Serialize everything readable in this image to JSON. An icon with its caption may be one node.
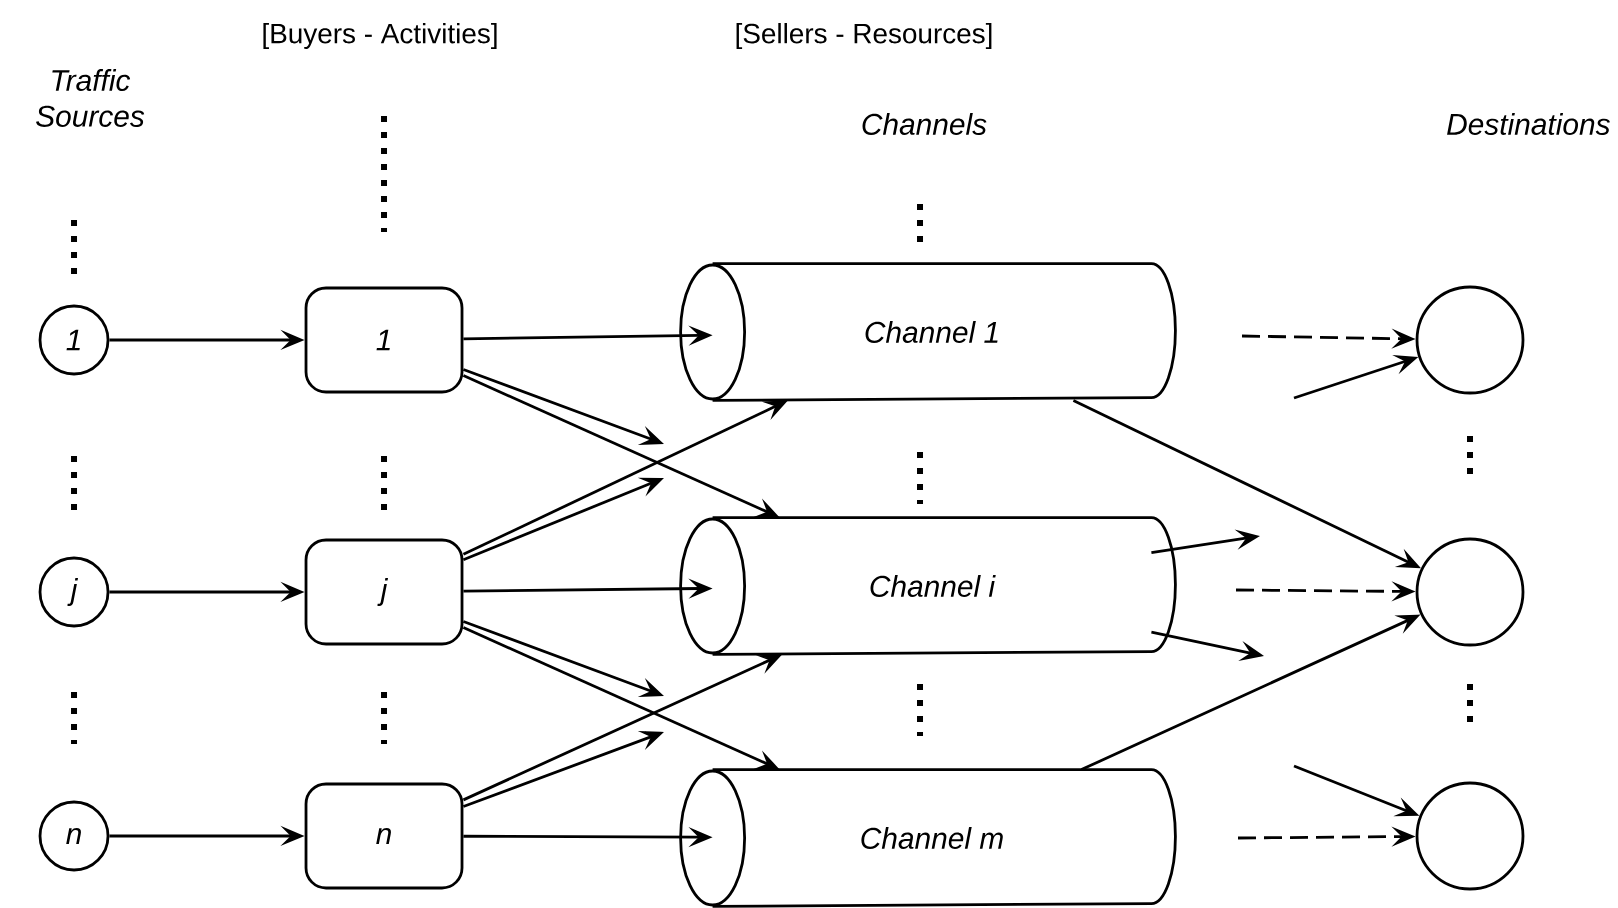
{
  "diagram": {
    "nodes": [
      {
        "text": [
          "1"
        ]
      },
      {
        "text": [
          "j"
        ]
      },
      {
        "text": [
          "n"
        ]
      },
      {
        "text": [
          "1"
        ]
      },
      {
        "text": [
          "j"
        ]
      },
      {
        "text": [
          "n"
        ]
      },
      {
        "text": [
          "Channel 1"
        ]
      },
      {
        "text": [
          "Channel i"
        ]
      },
      {
        "text": [
          "Channel m"
        ]
      },
      {
        "text": [],
        "shape": "circle"
      },
      {
        "text": [],
        "shape": "circle"
      },
      {
        "text": [],
        "shape": "circle"
      }
    ],
    "edges": [
      {
        "from": 0,
        "to": 3,
        "arrow": "to"
      },
      {
        "from": 1,
        "to": 4,
        "arrow": "to"
      },
      {
        "from": 2,
        "to": 5,
        "arrow": "to"
      },
      {
        "from": 3,
        "to": 6,
        "arrow": "to"
      },
      {
        "from": 3,
        "to": null,
        "arrow": "to"
      },
      {
        "from": 3,
        "to": 7,
        "arrow": "to"
      },
      {
        "from": 4,
        "to": 6,
        "arrow": "to"
      },
      {
        "from": 4,
        "to": null,
        "arrow": "to"
      },
      {
        "from": 4,
        "to": 7,
        "arrow": "to"
      },
      {
        "from": 4,
        "to": null,
        "arrow": "to"
      },
      {
        "from": 4,
        "to": 8,
        "arrow": "to"
      },
      {
        "from": 5,
        "to": 7,
        "arrow": "to"
      },
      {
        "from": 5,
        "to": null,
        "arrow": "to"
      },
      {
        "from": 5,
        "to": 8,
        "arrow": "to"
      },
      {
        "from": 6,
        "to": 10,
        "arrow": "to"
      },
      {
        "from": 8,
        "to": 10,
        "arrow": "to"
      },
      {
        "from": 7,
        "to": null,
        "arrow": "to"
      },
      {
        "from": 7,
        "to": null,
        "arrow": "to"
      },
      {
        "from": null,
        "to": 9,
        "arrow": "to",
        "style": "dashed"
      },
      {
        "from": null,
        "to": 9,
        "arrow": "to"
      },
      {
        "from": null,
        "to": 10,
        "arrow": "to",
        "style": "dashed"
      },
      {
        "from": null,
        "to": 11,
        "arrow": "to"
      },
      {
        "from": null,
        "to": 11,
        "arrow": "to",
        "style": "dashed"
      }
    ],
    "labels": [
      "[Buyers - Activities]",
      "[Sellers - Resources]",
      "Traffic Sources",
      "Channels",
      "Destinations"
    ]
  }
}
